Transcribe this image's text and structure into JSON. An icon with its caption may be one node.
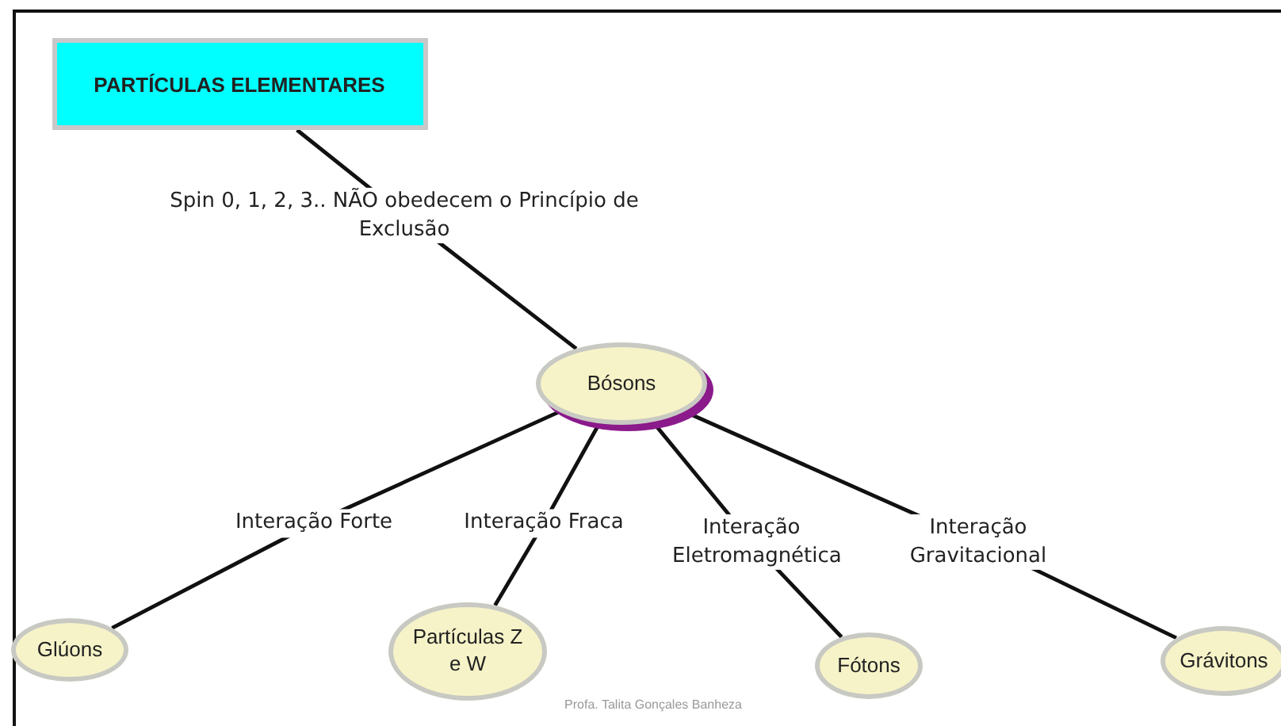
{
  "diagram": {
    "nodes": [
      {
        "text": [
          "PARTÍCULAS ELEMENTARES"
        ]
      },
      {
        "text": [
          "Bósons"
        ]
      },
      {
        "text": [
          "Glúons"
        ]
      },
      {
        "text": [
          "Partículas Z e W"
        ]
      },
      {
        "text": [
          "Fótons"
        ]
      },
      {
        "text": [
          "Grávitons"
        ]
      }
    ],
    "edges": [
      {
        "from": 0,
        "to": 1,
        "arrow": "none",
        "label": "Spin 0, 1, 2, 3.. NÃO obedecem o Princípio de Exclusão"
      },
      {
        "from": 1,
        "to": 2,
        "arrow": "none",
        "label": "Interação Forte"
      },
      {
        "from": 1,
        "to": 3,
        "arrow": "none",
        "label": "Interação Fraca"
      },
      {
        "from": 1,
        "to": 4,
        "arrow": "none",
        "label": "Interação Eletromagnética"
      },
      {
        "from": 1,
        "to": 5,
        "arrow": "none",
        "label": "Interação Gravitacional"
      }
    ],
    "labels": [
      "Profa. Talita Gonçales Banheza"
    ]
  }
}
